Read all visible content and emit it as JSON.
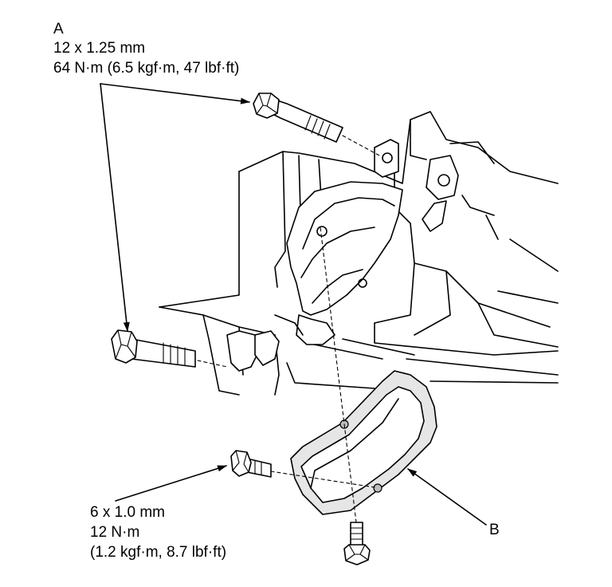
{
  "labels": {
    "a": {
      "letter": "A",
      "size": "12 x 1.25 mm",
      "torque": "64 N·m (6.5 kgf·m, 47 lbf·ft)"
    },
    "c": {
      "size": "6 x 1.0 mm",
      "torque": "12 N·m",
      "torque_alt": "(1.2 kgf·m, 8.7 lbf·ft)"
    },
    "b": {
      "letter": "B"
    }
  }
}
